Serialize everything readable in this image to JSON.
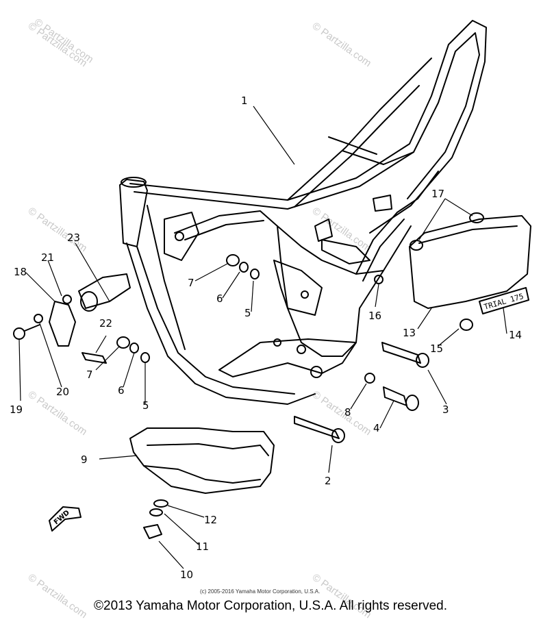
{
  "diagram": {
    "source_line": "(c) 2005-2016 Yamaha Motor Corporation, U.S.A.",
    "copyright": "©2013 Yamaha Motor Corporation, U.S.A. All rights reserved.",
    "watermark": "© Partzilla.com",
    "decal_text": "TRIAL 175",
    "fwd_label": "FWD",
    "callouts": [
      "1",
      "2",
      "3",
      "4",
      "5",
      "5",
      "6",
      "6",
      "7",
      "7",
      "8",
      "9",
      "10",
      "11",
      "12",
      "13",
      "14",
      "15",
      "16",
      "17",
      "18",
      "19",
      "20",
      "21",
      "22",
      "23"
    ]
  }
}
